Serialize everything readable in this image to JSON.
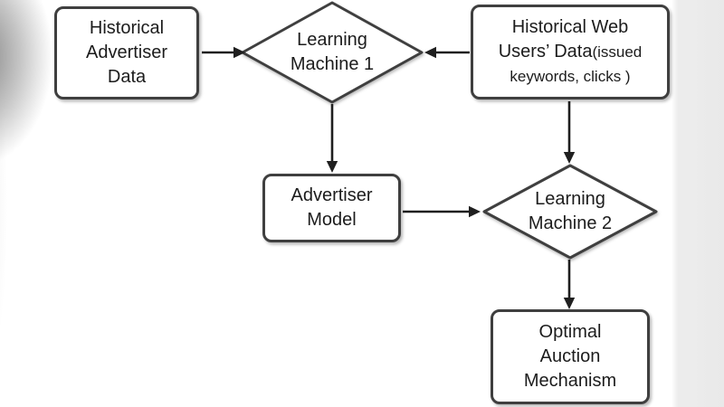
{
  "diagram": {
    "type": "flowchart",
    "nodes": {
      "box1": {
        "id": "historical-advertiser-data",
        "shape": "rounded-rect",
        "lines": [
          "Historical",
          "Advertiser",
          "Data"
        ]
      },
      "d1": {
        "id": "learning-machine-1",
        "shape": "diamond",
        "lines": [
          "Learning",
          "Machine 1"
        ]
      },
      "box2": {
        "id": "historical-web-users-data",
        "shape": "rounded-rect",
        "line1": "Historical Web",
        "line2a": "Users’ Data",
        "line2b": "(issued",
        "line3": "keywords, clicks )"
      },
      "box3": {
        "id": "advertiser-model",
        "shape": "rounded-rect",
        "lines": [
          "Advertiser",
          "Model"
        ]
      },
      "d2": {
        "id": "learning-machine-2",
        "shape": "diamond",
        "lines": [
          "Learning",
          "Machine 2"
        ]
      },
      "box4": {
        "id": "optimal-auction-mechanism",
        "shape": "rounded-rect",
        "lines": [
          "Optimal",
          "Auction",
          "Mechanism"
        ]
      }
    },
    "edges": [
      {
        "from": "historical-advertiser-data",
        "to": "learning-machine-1",
        "direction": "right"
      },
      {
        "from": "historical-web-users-data",
        "to": "learning-machine-1",
        "direction": "left"
      },
      {
        "from": "learning-machine-1",
        "to": "advertiser-model",
        "direction": "down"
      },
      {
        "from": "historical-web-users-data",
        "to": "learning-machine-2",
        "direction": "down"
      },
      {
        "from": "advertiser-model",
        "to": "learning-machine-2",
        "direction": "right"
      },
      {
        "from": "learning-machine-2",
        "to": "optimal-auction-mechanism",
        "direction": "down"
      }
    ],
    "colors": {
      "background": "#ffffff",
      "shape_fill": "#ffffff",
      "shape_border": "#3f3f3f",
      "arrow": "#1f1f1f",
      "text": "#1c1c1c",
      "side_band": "#e9e9e9"
    }
  }
}
